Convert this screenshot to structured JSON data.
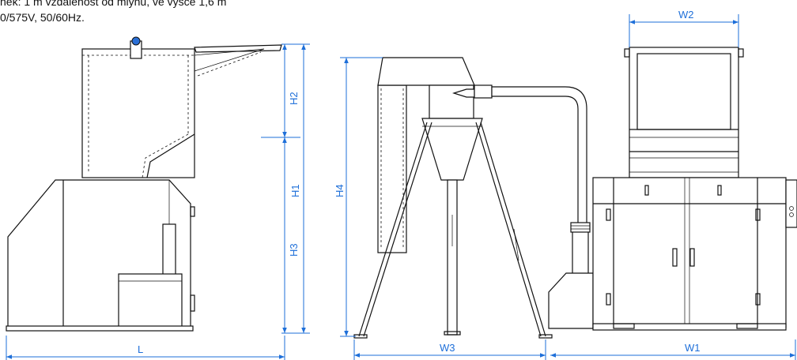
{
  "caption": {
    "line1": "hek: 1 m vzdálenost od mlýnu, ve výšce 1,6 m",
    "line2": "0/575V, 50/60Hz."
  },
  "dimensions": {
    "L": "L",
    "H1": "H1",
    "H2": "H2",
    "H3": "H3",
    "H4": "H4",
    "W1": "W1",
    "W2": "W2",
    "W3": "W3"
  },
  "colors": {
    "dimension": "#1e6fd9",
    "line": "#111111",
    "knob": "#2a6fd6"
  }
}
